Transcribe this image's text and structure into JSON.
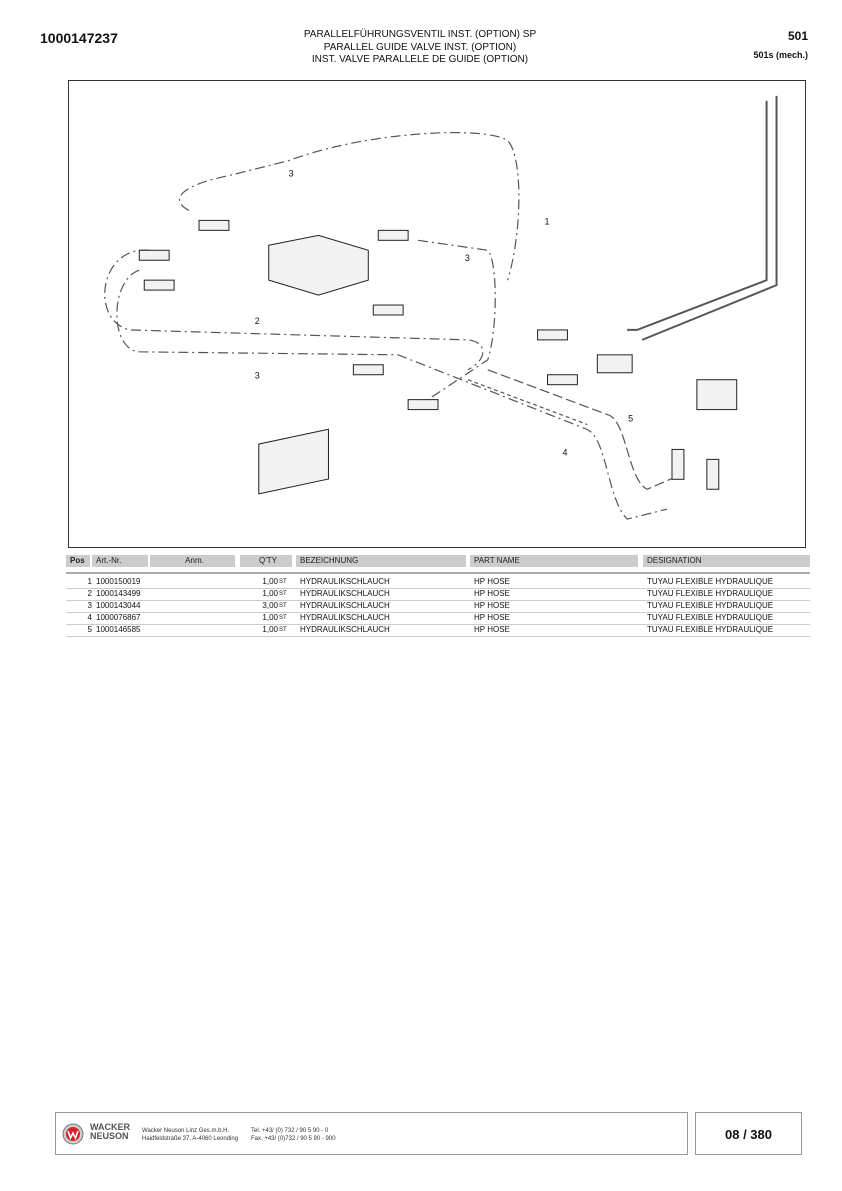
{
  "header": {
    "doc_number": "1000147237",
    "titles": [
      "PARALLELFÜHRUNGSVENTIL INST. (OPTION) SP",
      "PARALLEL GUIDE VALVE INST. (OPTION)",
      "INST. VALVE PARALLELE DE GUIDE (OPTION)"
    ],
    "model": "501",
    "variant": "501s (mech.)"
  },
  "diagram": {
    "callouts": [
      "3",
      "1",
      "3",
      "2",
      "3",
      "5",
      "4"
    ]
  },
  "table": {
    "headers": {
      "pos": "Pos",
      "art": "Art.-Nr.",
      "anm": "Anm.",
      "qty": "Q'TY",
      "bez": "BEZEICHNUNG",
      "part": "PART NAME",
      "des": "DESIGNATION"
    },
    "rows": [
      {
        "pos": "1",
        "art": "1000150019",
        "qty": "1,00",
        "unit": "ST",
        "bez": "HYDRAULIKSCHLAUCH",
        "part": "HP HOSE",
        "des": "TUYAU FLEXIBLE HYDRAULIQUE"
      },
      {
        "pos": "2",
        "art": "1000143499",
        "qty": "1,00",
        "unit": "ST",
        "bez": "HYDRAULIKSCHLAUCH",
        "part": "HP HOSE",
        "des": "TUYAU FLEXIBLE HYDRAULIQUE"
      },
      {
        "pos": "3",
        "art": "1000143044",
        "qty": "3,00",
        "unit": "ST",
        "bez": "HYDRAULIKSCHLAUCH",
        "part": "HP HOSE",
        "des": "TUYAU FLEXIBLE HYDRAULIQUE"
      },
      {
        "pos": "4",
        "art": "1000076867",
        "qty": "1,00",
        "unit": "ST",
        "bez": "HYDRAULIKSCHLAUCH",
        "part": "HP HOSE",
        "des": "TUYAU FLEXIBLE HYDRAULIQUE"
      },
      {
        "pos": "5",
        "art": "1000146585",
        "qty": "1,00",
        "unit": "ST",
        "bez": "HYDRAULIKSCHLAUCH",
        "part": "HP HOSE",
        "des": "TUYAU FLEXIBLE HYDRAULIQUE"
      }
    ]
  },
  "footer": {
    "logo_text": [
      "WACKER",
      "NEUSON"
    ],
    "company": "Wacker Neuson Linz  Ges.m.b.H.",
    "address": "Haidfeldstraße 37, A-4060 Leonding",
    "tel": "Tel. +43/ (0) 732 / 90 5 90 - 0",
    "fax": "Fax. +43/ (0)732 / 90 5 90 - 900",
    "page": "08 / 380",
    "brand_color": "#d2232a"
  }
}
